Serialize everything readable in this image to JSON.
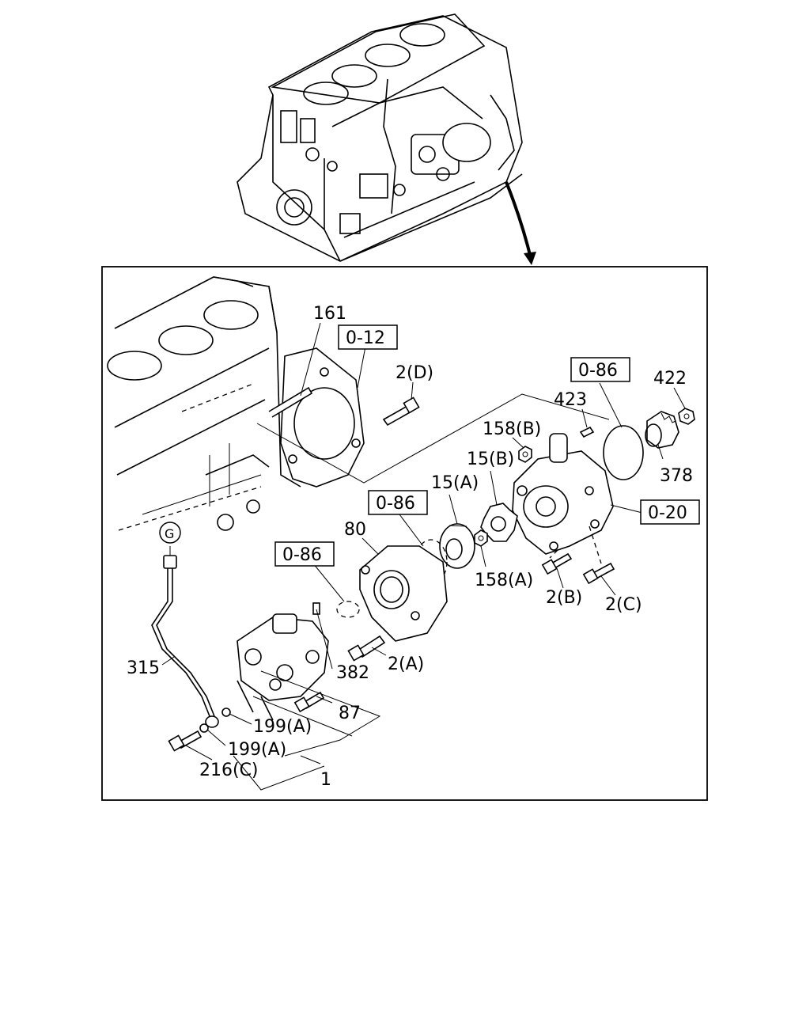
{
  "callouts": {
    "p161": "161",
    "p0_12": "0-12",
    "p2d": "2(D)",
    "p0_86_top": "0-86",
    "p422": "422",
    "p423": "423",
    "p158b": "158(B)",
    "p15b": "15(B)",
    "p15a": "15(A)",
    "p378": "378",
    "p0_20": "0-20",
    "p0_86_mid": "0-86",
    "p80": "80",
    "p158a": "158(A)",
    "p0_86_left": "0-86",
    "p2b": "2(B)",
    "p2c": "2(C)",
    "pG": "G",
    "p2a": "2(A)",
    "p315": "315",
    "p382": "382",
    "p87": "87",
    "p199a_1": "199(A)",
    "p199a_2": "199(A)",
    "p216c": "216(C)",
    "p1": "1"
  }
}
